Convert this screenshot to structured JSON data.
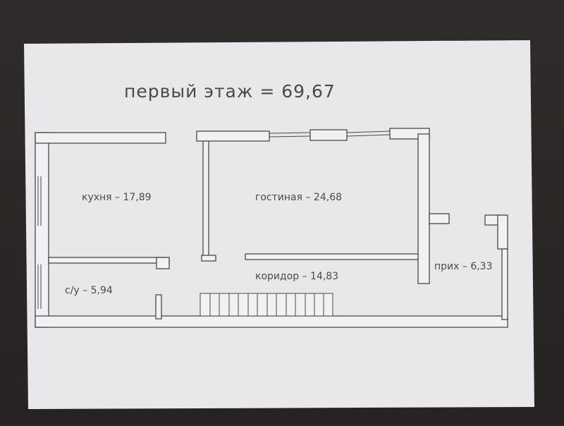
{
  "plan": {
    "title": "первый этаж = 69,67",
    "rooms": {
      "kitchen": "кухня – 17,89",
      "living": "гостиная – 24,68",
      "bathroom": "с/у – 5,94",
      "corridor": "коридор – 14,83",
      "hall": "прих – 6,33"
    }
  },
  "colors": {
    "paper": "#e9e8ea",
    "ink": "#4a4a4a",
    "wall_fill": "#f1f0f2",
    "desk": "#2a2726"
  }
}
